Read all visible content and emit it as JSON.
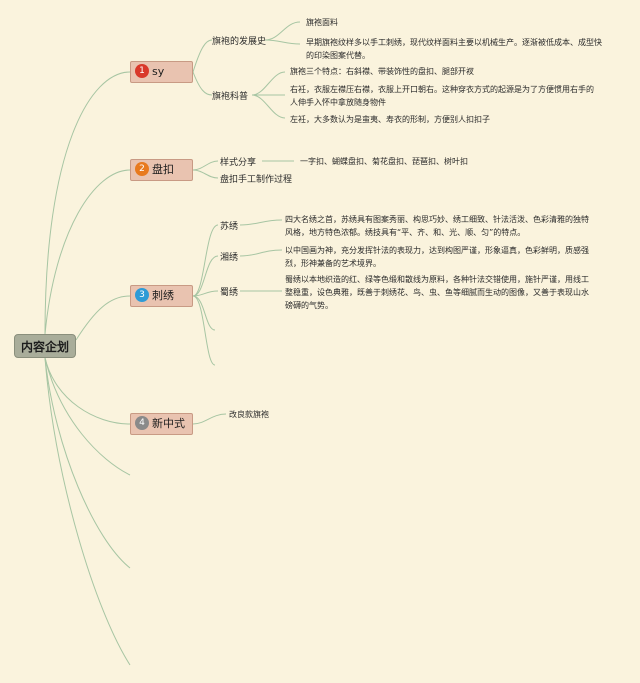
{
  "root": {
    "label": "内容企划"
  },
  "branches": [
    {
      "num": "1",
      "label": "sy"
    },
    {
      "num": "2",
      "label": "盘扣"
    },
    {
      "num": "3",
      "label": "刺绣"
    },
    {
      "num": "4",
      "label": "新中式"
    }
  ],
  "sy": {
    "history": {
      "label": "旗袍的发展史",
      "leaves": [
        "旗袍面料",
        "早期旗袍纹样多以手工刺绣，现代纹样面料主要以机械生产。逐渐被低成本、成型快的印染图案代替。"
      ]
    },
    "science": {
      "label": "旗袍科普",
      "leaves": [
        "旗袍三个特点：右斜襟、带装饰性的盘扣、腿部开衩",
        "右衽，衣服左襟压右襟，衣服上开口朝右。这种穿衣方式的起源是为了方便惯用右手的人伸手入怀中拿放随身物件",
        "左衽，大多数认为是蛮夷、寿衣的形制，方便别人扣扣子"
      ]
    }
  },
  "panku": {
    "styles": {
      "label": "样式分享",
      "leaf": "一字扣、蝴蝶盘扣、菊花盘扣、琵琶扣、树叶扣"
    },
    "process": {
      "label": "盘扣手工制作过程"
    }
  },
  "embroidery": {
    "su": {
      "label": "苏绣",
      "leaf": "四大名绣之首，苏绣具有图案秀丽、构思巧妙、绣工细致、针法活泼、色彩清雅的独特风格，地方特色浓郁。绣技具有“平、齐、和、光、顺、匀”的特点。"
    },
    "xiang": {
      "label": "湘绣",
      "leaf": "以中国画为神，充分发挥针法的表现力，达到构图严谨，形象逼真，色彩鲜明，质感强烈，形神兼备的艺术境界。"
    },
    "shu": {
      "label": "蜀绣",
      "leaf": "蜀绣以本地织造的红、绿等色缎和散线为原料，各种针法交错使用，施针严谨，用线工整稳重，设色典雅，既善于刺绣花、鸟、虫、鱼等细腻而生动的图像，又善于表现山水磅礴的气势。"
    }
  },
  "newchinese": {
    "leaf": "改良款旗袍"
  },
  "colors": {
    "background": "#faf3dd",
    "line": "#a7c5a3",
    "root": "#a9ad9a",
    "branch": "#e9c3b0"
  }
}
